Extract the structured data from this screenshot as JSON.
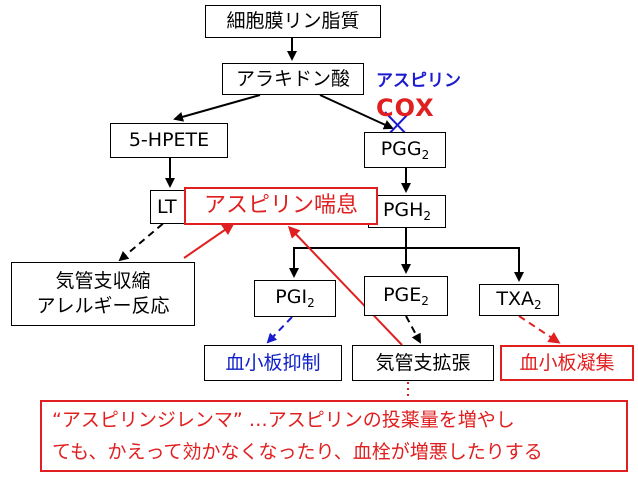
{
  "nodes": {
    "membrane": "細胞膜リン脂質",
    "arachidonic": "アラキドン酸",
    "hpete": "5-HPETE",
    "pgg": "PGG",
    "pgg_sub": "2",
    "lt": "LT",
    "pgh": "PGH",
    "pgh_sub": "2",
    "asthma": "アスピリン喘息",
    "broncho_line1": "気管支収縮",
    "broncho_line2": "アレルギー反応",
    "pgi": "PGI",
    "pgi_sub": "2",
    "pge": "PGE",
    "pge_sub": "2",
    "txa": "TXA",
    "txa_sub": "2",
    "platelet_inhibit": "血小板抑制",
    "bronchodilation": "気管支拡張",
    "platelet_aggregation": "血小板凝集"
  },
  "inhibitor": {
    "drug": "アスピリン",
    "enzyme": "COX"
  },
  "dilemma": {
    "line1": "“アスピリンジレンマ” …アスピリンの投薬量を増やし",
    "line2": "ても、かえって効かなくなったり、血栓が増悪したりする"
  },
  "colors": {
    "red": "#e02020",
    "blue": "#1a1ad0",
    "black": "#000000"
  }
}
